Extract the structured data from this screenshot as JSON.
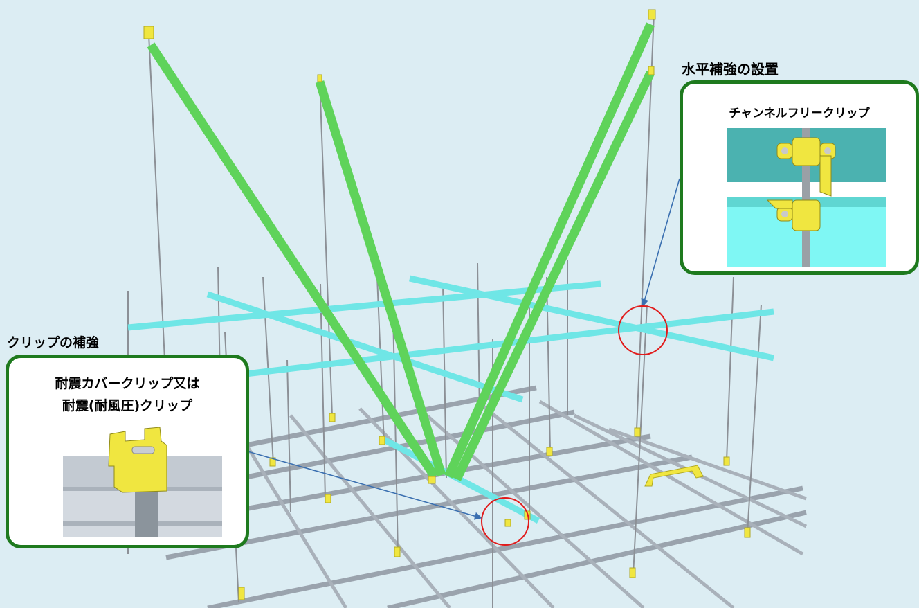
{
  "labels": {
    "horizontal_title": "水平補強の設置",
    "clip_title": "クリップの補強"
  },
  "callouts": {
    "channel_clip": "チャンネルフリークリップ",
    "seismic_clip_line1": "耐震カバークリップ又は",
    "seismic_clip_line2": "耐震(耐風圧)クリップ"
  },
  "colors": {
    "background": "#dcedf3",
    "brace_green": "#5fd35a",
    "channel_cyan": "#6fe6e6",
    "callout_border": "#1e7a1e",
    "highlight_circle": "#e11b1b",
    "arrow": "#3a6fb0",
    "clip_yellow": "#f0e640",
    "grid_gray": "#9aa3ad"
  },
  "icons": {
    "highlight": "red-circle-marker",
    "pointer": "callout-arrow"
  }
}
